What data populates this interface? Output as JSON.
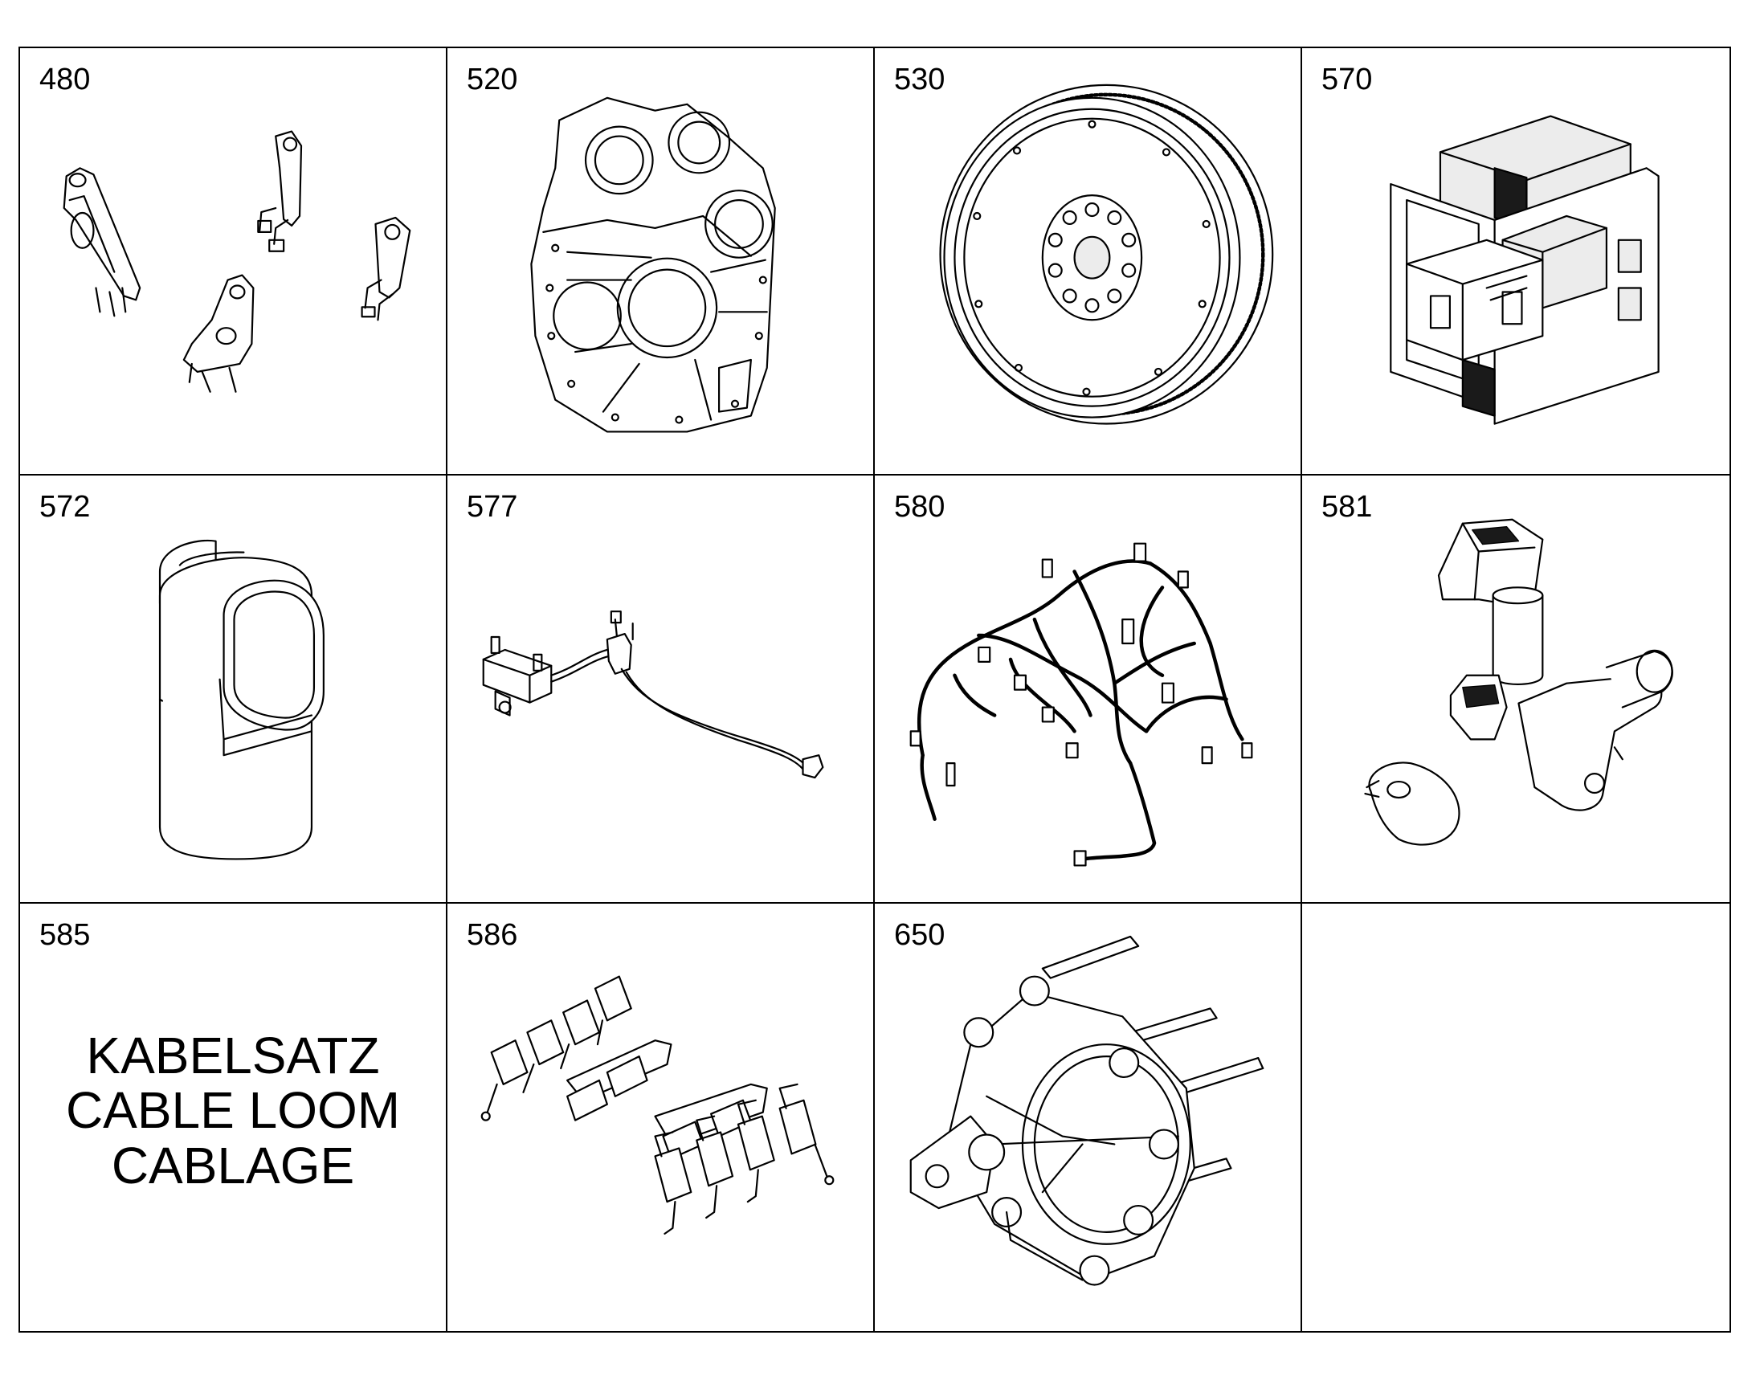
{
  "cells": [
    {
      "number": "480",
      "icon": "bracket-set-icon"
    },
    {
      "number": "520",
      "icon": "timing-case-icon"
    },
    {
      "number": "530",
      "icon": "flywheel-icon"
    },
    {
      "number": "570",
      "icon": "control-unit-icon"
    },
    {
      "number": "572",
      "icon": "fuel-filter-icon"
    },
    {
      "number": "577",
      "icon": "sensor-lead-icon"
    },
    {
      "number": "580",
      "icon": "wiring-harness-icon"
    },
    {
      "number": "581",
      "icon": "speed-sensor-icon"
    },
    {
      "number": "585",
      "lines": [
        "KABELSATZ",
        "CABLE LOOM",
        "CABLAGE"
      ]
    },
    {
      "number": "586",
      "icon": "injector-connector-icon"
    },
    {
      "number": "650",
      "icon": "bell-housing-icon"
    },
    {
      "number": ""
    }
  ]
}
